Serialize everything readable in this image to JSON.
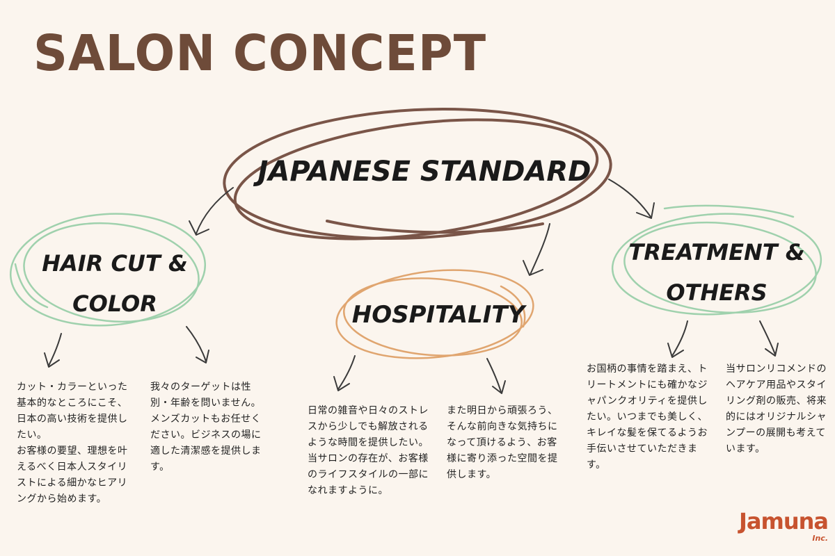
{
  "title": "SALON CONCEPT",
  "center": {
    "label": "JAPANESE STANDARD"
  },
  "branches": {
    "cut": {
      "label_line1": "HAIR CUT &",
      "label_line2": "COLOR",
      "desc_a": "カット・カラーといった基本的なところにこそ、日本の高い技術を提供したい。\nお客様の要望、理想を叶えるべく日本人スタイリストによる細かなヒアリングから始めます。",
      "desc_b": "我々のターゲットは性別・年齢を問いません。\nメンズカットもお任せください。ビジネスの場に適した清潔感を提供します。"
    },
    "hospitality": {
      "label": "HOSPITALITY",
      "desc_a": "日常の雑音や日々のストレスから少しでも解放されるような時間を提供したい。\n当サロンの存在が、お客様のライフスタイルの一部になれますように。",
      "desc_b": "また明日から頑張ろう、そんな前向きな気持ちになって頂けるよう、お客様に寄り添った空間を提供します。"
    },
    "treatment": {
      "label_line1": "TREATMENT &",
      "label_line2": "OTHERS",
      "desc_a": "お国柄の事情を踏まえ、トリートメントにも確かなジャパンクオリティを提供したい。いつまでも美しく、キレイな髪を保てるようお手伝いさせていただきます。",
      "desc_b": "当サロンリコメンドのヘアケア用品やスタイリング剤の販売、将来的にはオリジナルシャンプーの展開も考えています。"
    }
  },
  "logo": {
    "name": "Jamuna",
    "suffix": "Inc."
  },
  "colors": {
    "background": "#fbf5ee",
    "brown": "#7a5548",
    "green": "#9fd1ad",
    "orange": "#e0a56f",
    "logo": "#c7532f"
  }
}
